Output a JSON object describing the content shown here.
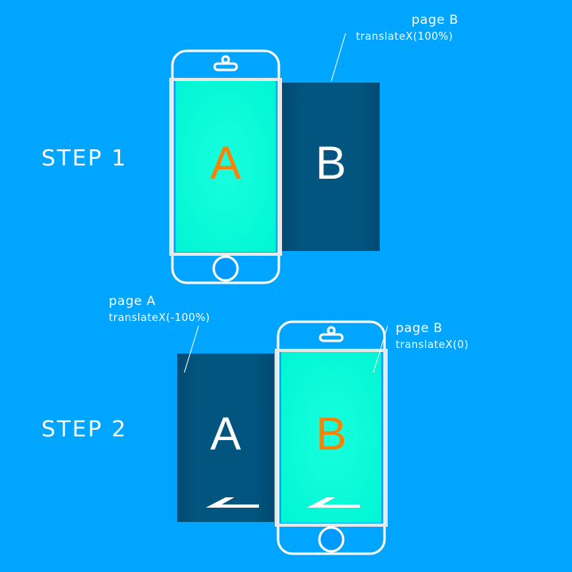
{
  "step1": {
    "label": "STEP 1",
    "screen_letter": "A",
    "offscreen_letter": "B",
    "annotation_title": "page B",
    "annotation_value": "translateX(100%)"
  },
  "step2": {
    "label": "STEP 2",
    "offscreen_letter": "A",
    "screen_letter": "B",
    "annotation_a_title": "page A",
    "annotation_a_value": "translateX(-100%)",
    "annotation_b_title": "page B",
    "annotation_b_value": "translateX(0)"
  },
  "colors": {
    "background": "#00a5ff",
    "screen": "#00f5d4",
    "offscreen_page": "#02557f",
    "active_letter": "#ff7f00"
  }
}
